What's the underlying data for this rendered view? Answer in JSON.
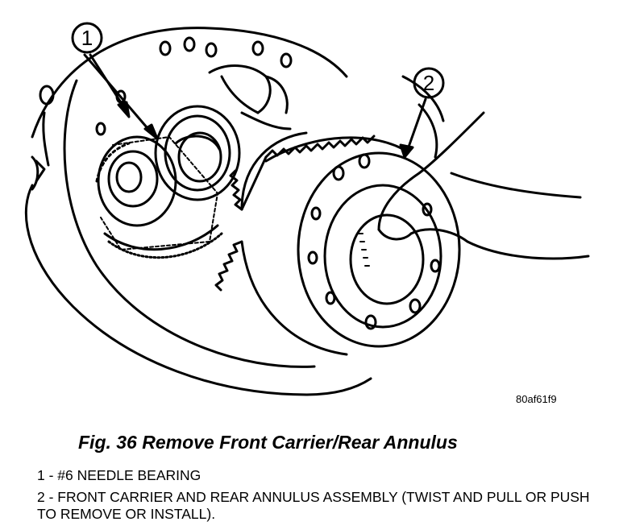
{
  "figure": {
    "callouts": [
      {
        "number": "1"
      },
      {
        "number": "2"
      }
    ],
    "drawing_id": "80af61f9",
    "caption": "Fig. 36 Remove Front Carrier/Rear Annulus",
    "legend": [
      {
        "text": "1 - #6 NEEDLE BEARING"
      },
      {
        "text": "2 - FRONT CARRIER AND REAR ANNULUS ASSEMBLY (TWIST AND PULL OR PUSH TO REMOVE OR INSTALL)."
      }
    ]
  }
}
